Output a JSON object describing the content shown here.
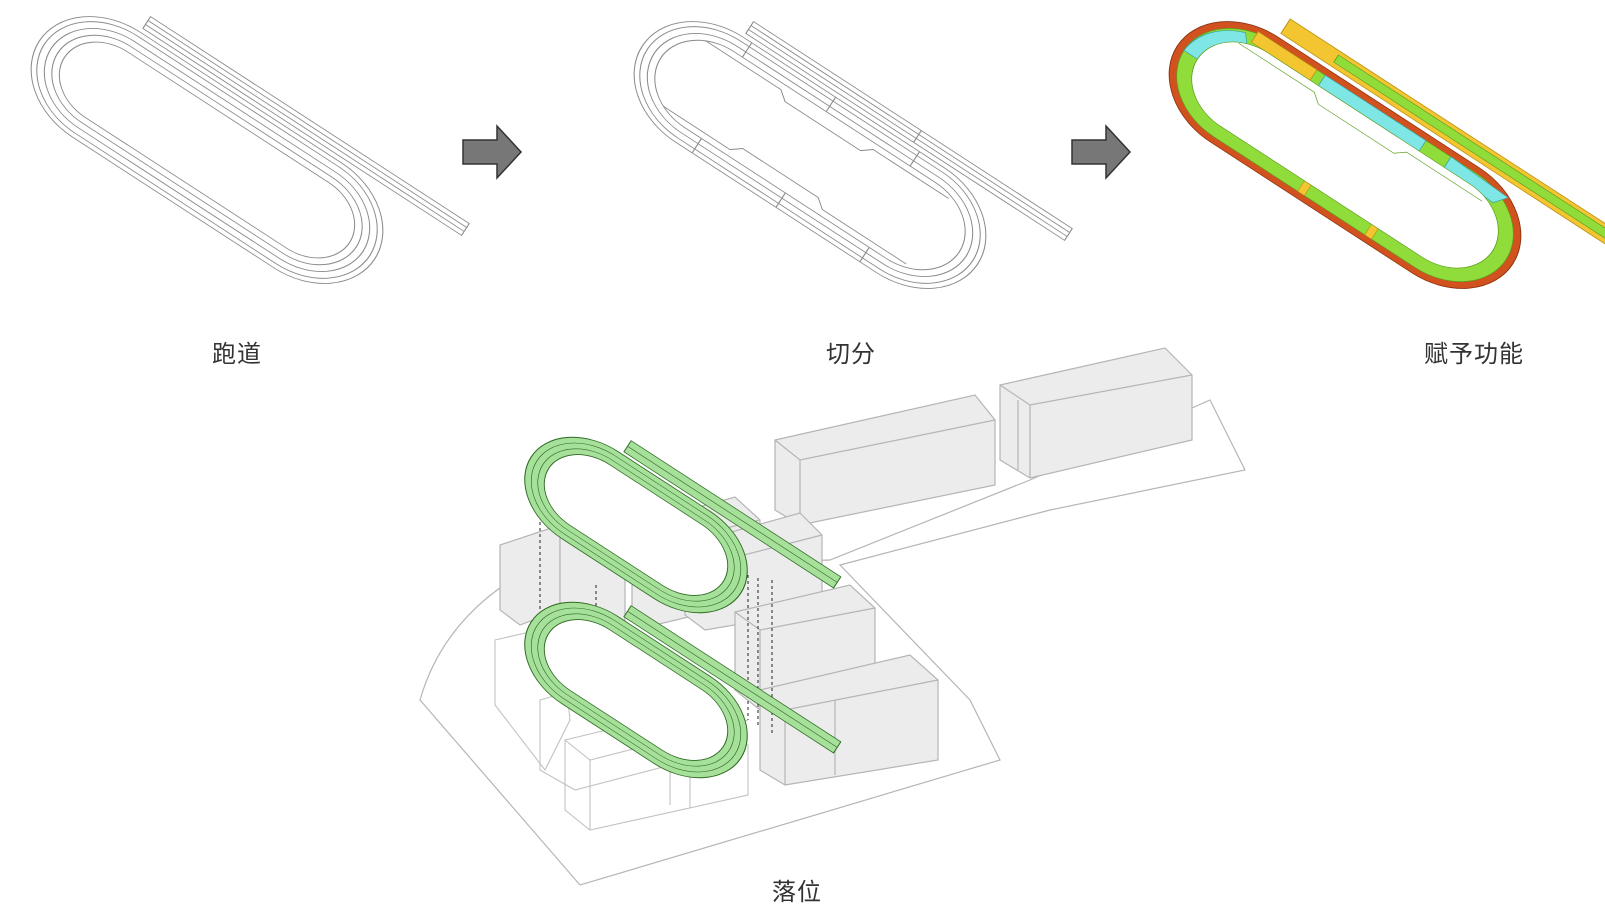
{
  "steps": [
    {
      "label": "跑道"
    },
    {
      "label": "切分"
    },
    {
      "label": "赋予功能"
    },
    {
      "label": "落位"
    }
  ],
  "icons": {
    "arrow": "right-arrow-icon"
  },
  "colors": {
    "outline": "#8a8a8a",
    "arrow_fill": "#777777",
    "track_outer": "#d2521f",
    "track_green": "#8fdc3a",
    "track_cyan": "#7fe6e6",
    "track_yellow": "#f2c531",
    "placed_track": "#a6e09a",
    "building_fill": "#ececec",
    "building_line": "#b5b5b5"
  }
}
